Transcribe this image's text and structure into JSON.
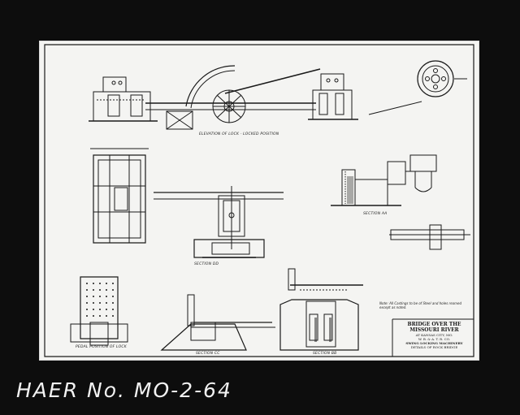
{
  "captions": {
    "elevation": "ELEVATION OF LOCK - LOCKED POSITION",
    "section_a": "SECTION AA",
    "section_bb": "SECTION BB",
    "section_cc": "SECTION CC",
    "section_dd": "SECTION DD",
    "pedal_position": "PEDAL POSITION OF LOCK"
  },
  "note": "Note: All Castings to be of Steel and holes reamed except as noted.",
  "title_block": {
    "title": "BRIDGE OVER THE MISSOURI RIVER",
    "line1": "AT KANSAS CITY, MO.",
    "line2": "W. B. & A. T. R. CO.",
    "line3": "SWING LOCKING MACHINERY",
    "line4": "DETAILS OF ROCK BRIDGE"
  },
  "footer": {
    "haer_number": "HAER No. MO-2-64"
  }
}
